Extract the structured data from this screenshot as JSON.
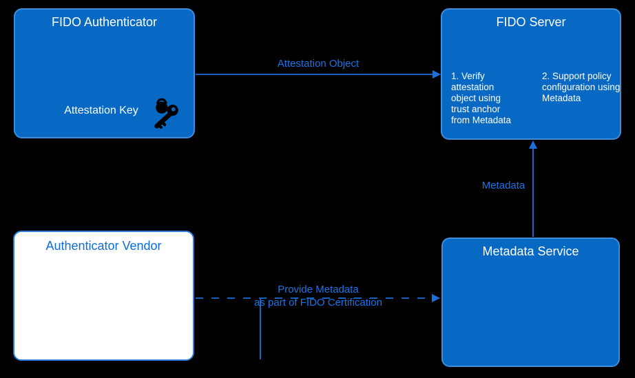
{
  "colors": {
    "background": "#000000",
    "box_fill": "#0869c5",
    "box_border": "#3f8ede",
    "white_box_fill": "#ffffff",
    "white_box_border": "#2e7ede",
    "line": "#1d6fd8",
    "label_text": "#1974e8",
    "vendor_title": "#0f6bd8",
    "icon": "#000000",
    "box_title": "#ffffff"
  },
  "nodes": {
    "fido_authenticator": {
      "title": "FIDO Authenticator",
      "item": "Attestation Key",
      "icon": "key-icon"
    },
    "fido_server": {
      "title": "FIDO Server",
      "note1": "1. Verify attestation object using trust anchor from Metadata",
      "note2": "2. Support policy configuration using Metadata"
    },
    "authenticator_vendor": {
      "title": "Authenticator Vendor"
    },
    "metadata_service": {
      "title": "Metadata Service"
    }
  },
  "edges": {
    "attestation_object": {
      "label": "Attestation Object",
      "from": "FIDO Authenticator",
      "to": "FIDO Server",
      "style": "solid-arrow"
    },
    "metadata": {
      "label": "Metadata",
      "from": "Metadata Service",
      "to": "FIDO Server",
      "style": "solid-arrow"
    },
    "provide_metadata": {
      "label_line1": "Provide Metadata",
      "label_line2": "as part of FIDO Certification",
      "from": "Authenticator Vendor",
      "to": "Metadata Service",
      "style": "dashed-arrow"
    }
  }
}
